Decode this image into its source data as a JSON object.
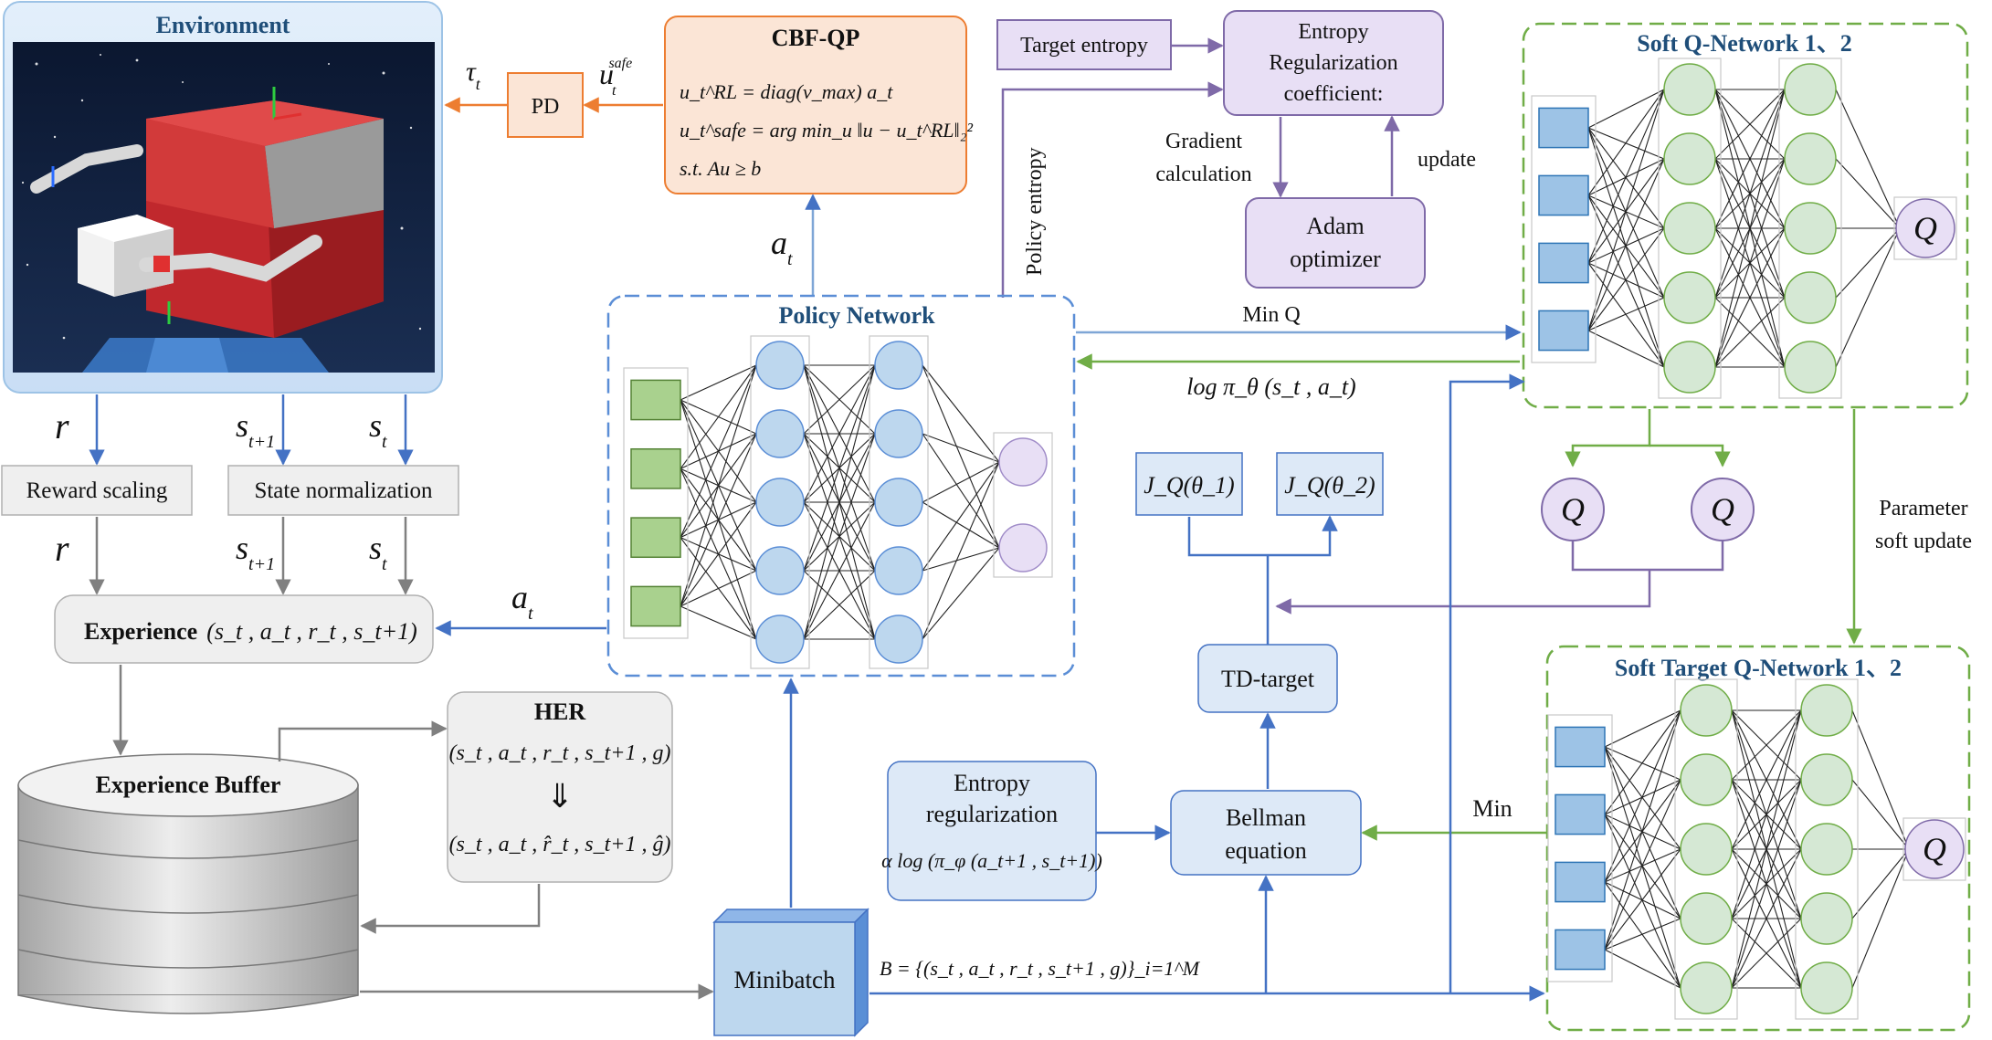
{
  "environment": {
    "title": "Environment"
  },
  "pd": {
    "label": "PD"
  },
  "tau": {
    "sym": "τ",
    "sub": "t"
  },
  "u_safe": {
    "sym": "u",
    "sub": "t",
    "sup": "safe"
  },
  "cbf": {
    "title": "CBF-QP",
    "line1": "u_t^RL = diag(v_max) a_t",
    "line2": "u_t^safe = arg min_u ‖u − u_t^RL‖₂²",
    "line3": "s.t. Au ≥ b"
  },
  "target_entropy": "Target entropy",
  "entropy_coef": {
    "line1": "Entropy",
    "line2": "Regularization",
    "line3": "coefficient:"
  },
  "gradient": {
    "line1": "Gradient",
    "line2": "calculation"
  },
  "update": "update",
  "adam": {
    "line1": "Adam",
    "line2": "optimizer"
  },
  "policy_entropy": "Policy entropy",
  "a_t_label": "a",
  "a_t_sub": "t",
  "policy": {
    "title": "Policy Network"
  },
  "soft_q": {
    "title": "Soft  Q-Network 1、2",
    "output": "Q"
  },
  "soft_target_q": {
    "title": "Soft Target Q-Network 1、2",
    "output": "Q"
  },
  "min_q": "Min Q",
  "log_pi": "log π_θ (s_t , a_t)",
  "r_label": "r",
  "s_t1_label": "s",
  "s_t1_sub": "t+1",
  "s_t_sub": "t",
  "reward_scaling": "Reward scaling",
  "state_norm": "State normalization",
  "experience": {
    "label": "Experience",
    "tuple": "(s_t , a_t , r_t , s_t+1)"
  },
  "experience_buffer": "Experience Buffer",
  "her": {
    "title": "HER",
    "tuple1": "(s_t , a_t , r_t , s_t+1 , g)",
    "arrow": "⇓",
    "tuple2": "(s_t , a_t , r̂_t , s_t+1 , ĝ)"
  },
  "minibatch": "Minibatch",
  "batch_formula": "B = {(s_t , a_t , r_t , s_t+1 , g)}_i=1^M",
  "jq1": "J_Q(θ_1)",
  "jq2": "J_Q(θ_2)",
  "q_node": "Q",
  "td_target": "TD-target",
  "bellman": {
    "line1": "Bellman",
    "line2": "equation"
  },
  "entropy_reg": {
    "line1": "Entropy",
    "line2": "regularization",
    "formula": "α log (π_φ (a_t+1 , s_t+1))"
  },
  "param_update": {
    "line1": "Parameter",
    "line2": "soft update"
  },
  "min": "Min",
  "colors": {
    "blue_arrow": "#4472c4",
    "orange": "#ed7d31",
    "green": "#70ad47",
    "purple": "#7f6aa8",
    "gray": "#808080",
    "policy_node": "#bdd7ee",
    "q_node": "#d5e8d4",
    "input_green": "#a9d18e",
    "input_blue": "#9dc3e6",
    "purple_fill": "#e8dff5",
    "orange_fill": "#fbe5d6",
    "blue_fill": "#dde9f7"
  }
}
